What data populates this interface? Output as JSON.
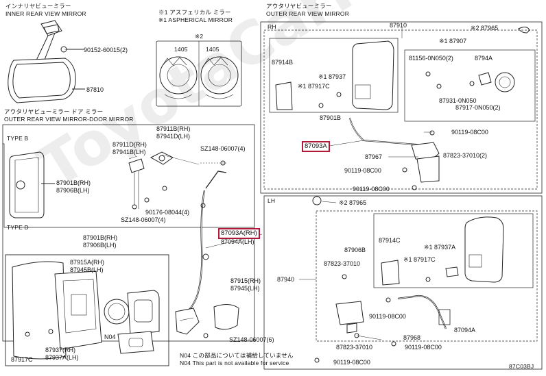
{
  "sections": {
    "inner_mirror": {
      "title_jp": "インナリヤビューミラー",
      "title_en": "INNER REAR VIEW MIRROR"
    },
    "aspherical": {
      "title_jp": "※1 アスフェリカル ミラー",
      "title_en": "※1 ASPHERICAL MIRROR",
      "note": "※2",
      "dim_left": "1405",
      "dim_right": "1405"
    },
    "outer_mirror": {
      "title_jp": "アウタリヤビューミラー",
      "title_en": "OUTER REAR VIEW MIRROR"
    },
    "door_mirror": {
      "title_jp": "アウタリヤビューミラー ドア ミラー",
      "title_en": "OUTER REAR VIEW MIRROR-DOOR MIRROR"
    },
    "type_b": "TYPE B",
    "type_d": "TYPE D",
    "rh": "RH",
    "lh": "LH"
  },
  "parts": {
    "p90152": "90152-60015(2)",
    "p87810": "87810",
    "p87901b_rh": "87901B(RH)",
    "p87906b_lh": "87906B(LH)",
    "p87911b": "87911B(RH)",
    "p87941d": "87941D(LH)",
    "p87911d": "87911D(RH)",
    "p87941b": "87941B(LH)",
    "sz148_4": "SZ148-06007(4)",
    "p90176": "90176-08044(4)",
    "sz148_4b": "SZ148-06007(4)",
    "p87093a_rh": "87093A(RH)",
    "p87094a_lh": "87094A(LH)",
    "p87901b_rh2": "87901B(RH)",
    "p87906b_lh2": "87906B(LH)",
    "p87915a": "87915A(RH)",
    "p87945b": "87945B(LH)",
    "p87915": "87915(RH)",
    "p87945": "87945(LH)",
    "n04": "N04",
    "sz148_6": "SZ148-06007(6)",
    "p87917c": "87917C",
    "p87937": "87937(RH)",
    "p87937a_lh": "87937A(LH)",
    "p87910": "87910",
    "p87965_rh": "※2 87965",
    "p87907": "※1 87907",
    "p87914b": "87914B",
    "p87937_rh": "※1 87937",
    "p87917c_rh": "※1 87917C",
    "p81156": "81156-0N050(2)",
    "p8794a": "8794A",
    "p87931": "87931-0N050",
    "p87917_0n": "87917-0N050(2)",
    "p87901b_top": "87901B",
    "p90119_8c00": "90119-08C00",
    "p87093a_box": "87093A",
    "p87967": "87967",
    "p87823_2": "87823-37010(2)",
    "p90119_rh": "90119-08C00",
    "p90119_rh2": "90119-08C00",
    "p87965_lh": "※2 87965",
    "p87906b": "87906B",
    "p87914c": "87914C",
    "p87937a": "※1 87937A",
    "p87917c_lh": "※1 87917C",
    "p87823_lh": "87823-37010",
    "p87940": "87940",
    "p90119_lh1": "90119-08C00",
    "p87968": "87968",
    "p87094a": "87094A",
    "p87823_lh2": "87823-37010",
    "p90119_lh2": "90119-08C00",
    "p90119_lh3": "90119-08C00"
  },
  "footnote": {
    "jp": "N04 この部品については補給していません",
    "en": "N04 This part is not available for service"
  },
  "code": "87C03BJ",
  "watermark": "ToyotaCarPartList",
  "highlight_color": "#b0183a"
}
